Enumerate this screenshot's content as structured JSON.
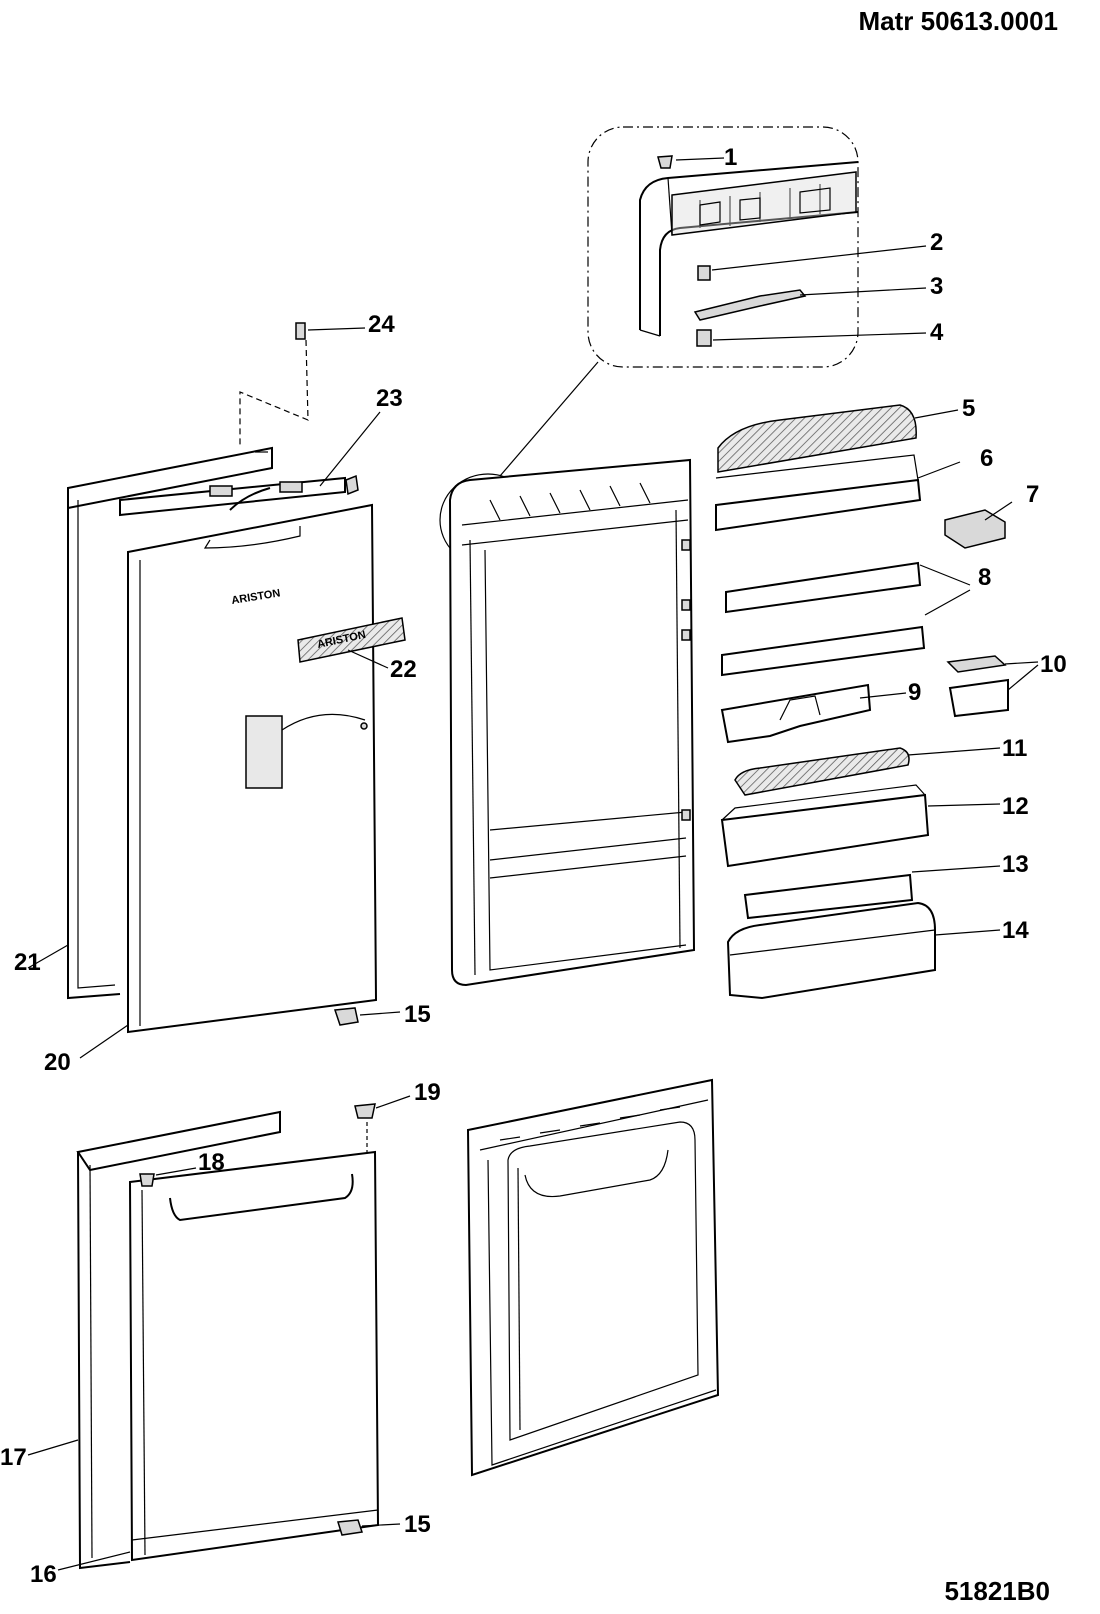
{
  "header": {
    "matr": "Matr 50613.0001"
  },
  "footer": {
    "code": "51821B0"
  },
  "callouts": {
    "c1": "1",
    "c2": "2",
    "c3": "3",
    "c4": "4",
    "c5": "5",
    "c6": "6",
    "c7": "7",
    "c8": "8",
    "c9": "9",
    "c10": "10",
    "c11": "11",
    "c12": "12",
    "c13": "13",
    "c14": "14",
    "c15a": "15",
    "c15b": "15",
    "c16": "16",
    "c17": "17",
    "c18": "18",
    "c19": "19",
    "c20": "20",
    "c21": "21",
    "c22": "22",
    "c23": "23",
    "c24": "24"
  },
  "logos": {
    "door_logo": "ARISTON",
    "badge_logo": "ARISTON"
  }
}
